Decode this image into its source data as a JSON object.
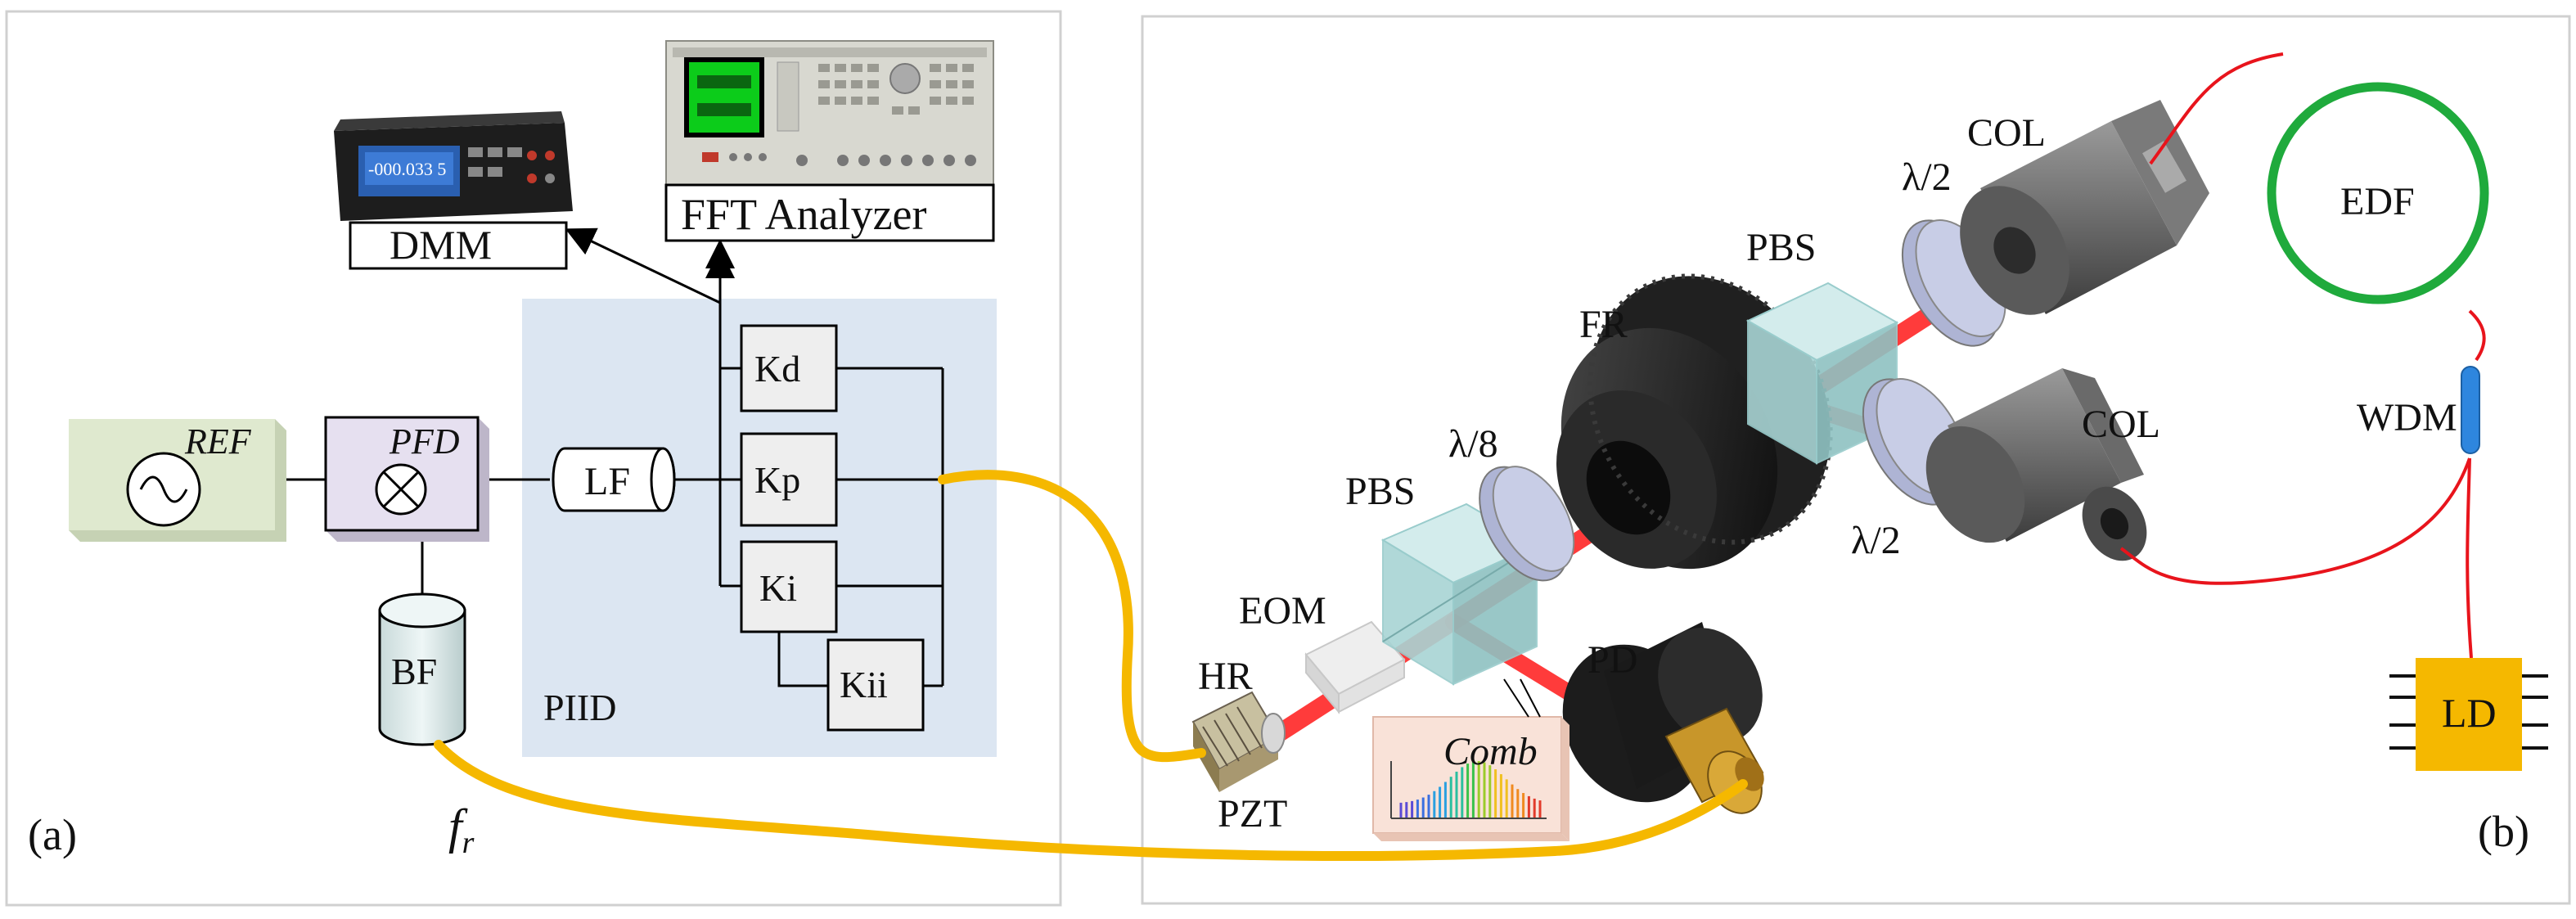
{
  "panel_a": {
    "label": "(a)",
    "ref": "REF",
    "pfd": "PFD",
    "lf": "LF",
    "bf": "BF",
    "piid": "PIID",
    "kd": "Kd",
    "kp": "Kp",
    "ki": "Ki",
    "kii": "Kii",
    "dmm": "DMM",
    "fft": "FFT Analyzer",
    "dmm_screen": "-000.033 5",
    "fr_main": "f",
    "fr_sub": "r"
  },
  "panel_b": {
    "label": "(b)",
    "col_top": "COL",
    "col_right": "COL",
    "edf": "EDF",
    "wdm": "WDM",
    "ld": "LD",
    "pbs_top": "PBS",
    "pbs_left": "PBS",
    "fr": "FR",
    "half_wave_top": "λ/2",
    "half_wave_bottom": "λ/2",
    "eighth_wave": "λ/8",
    "eom": "EOM",
    "hr": "HR",
    "pzt": "PZT",
    "pd": "PD",
    "comb": "Comb"
  },
  "colors": {
    "panel_border": "#d0d0d0",
    "piid_bg": "#dce6f2",
    "ref_bg": "#dfe9cf",
    "pfd_bg": "#e6e0f0",
    "cable": "#f5b800",
    "laser": "#ff1a1a",
    "fiber": "#e8141c",
    "edf_ring": "#1faa3c",
    "wdm": "#2e86de",
    "ld": "#f5b800"
  }
}
